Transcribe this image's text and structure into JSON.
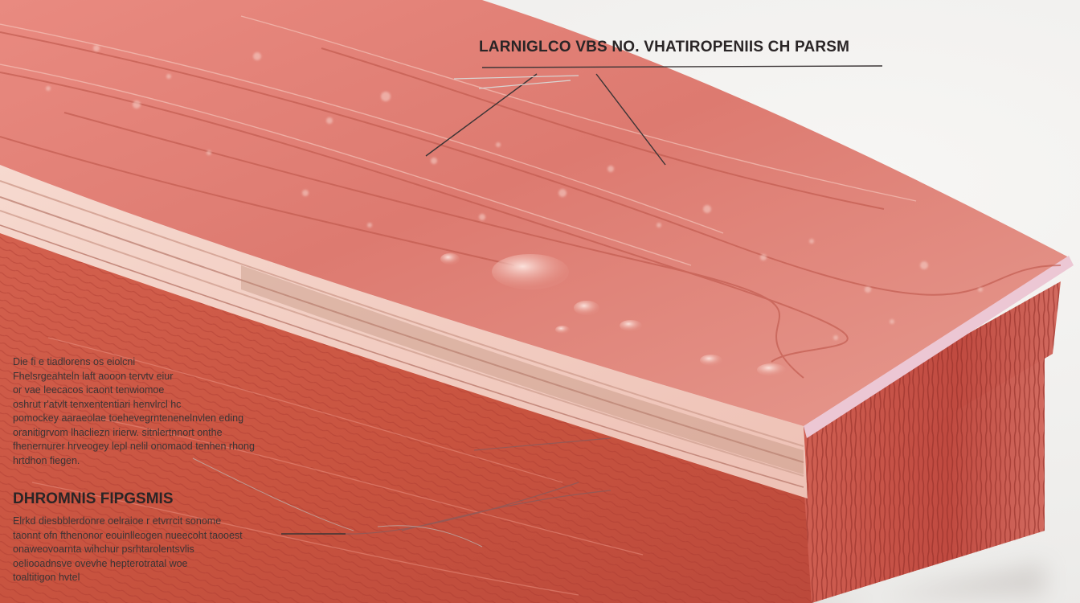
{
  "labels": {
    "top_label": "LARNIGLCO VBS NO. VHATIROPENIIS CH PARSM",
    "section_heading": "DHROMNIS FIPGSMIS"
  },
  "paragraphs": {
    "block_1": [
      "Die fi e tiadlorens os eiolcni",
      "Fhelsrgeahteln laft aooon tervtv eiur",
      "or vae leecacos icaont  tenwiomoe",
      "oshrut r'atvlt tenxententiari henvlrcl hc",
      "pomockey  aaraeolae toehevegrntenenelnvlen eding",
      "oranitigrvom lhacliezn irierw. sitnlertnnort onthe",
      "fhenernurer hrveogey lepl nelil onomaod tenhen rhong",
      "hrtdhon fiegen."
    ],
    "block_2": [
      "Elrkd diesbblerdonre oelraioe r  etvrrcit sonome",
      "taonnt ofn fthenonor eouinlleogen nueecoht taooest",
      "onaweovoarnta  wihchur psrhtarolentsvlis",
      "oeliooadnsve ovevhe hepterotratal woe",
      "toaltitigon hvtel"
    ]
  },
  "colors": {
    "background": "#f1f0ee",
    "tissue_surface": "#d9776c",
    "tissue_highlight": "#f0b3a8",
    "muscle_layer": "#c9574a",
    "muscle_dark": "#a23c33",
    "fascia_layer": "#f2d7cc",
    "edge_rim": "#e9c6d3",
    "text": "#2a2526",
    "leader_line": "#3a3435"
  }
}
